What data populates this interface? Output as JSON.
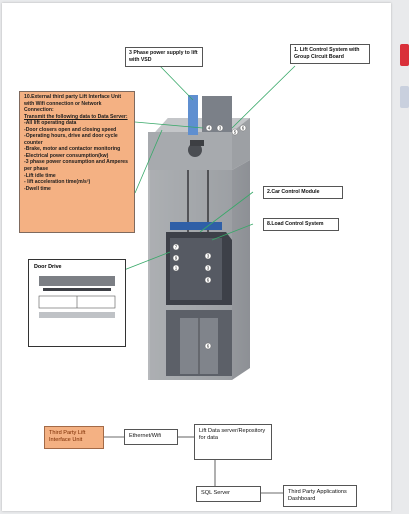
{
  "labels": {
    "supply": "3 Phase power supply to lift with VSD",
    "lift_control": "1. Lift Control System with Group Circuit Board",
    "car_control": "2.Car Control Module",
    "load_control": "8.Load Control System"
  },
  "interface_box": {
    "title": "10.External third party Lift Interface Unit with Wifi connection or Network Connection:",
    "transmit": "Transmit the following data to Data Server:",
    "items": [
      "-All lift operating data",
      "-Door closers open and closing speed",
      "-Operating hours, drive and door cycle counter",
      "-Brake, motor and contactor monitoring",
      "-Electrical power consumption(kw)",
      "-3 phase power consumption and Amperes per phase",
      "-Lift idle time",
      "- lift acceleration time(m/s²)",
      "-Dwell time"
    ]
  },
  "door_drive": {
    "title": "Door Drive"
  },
  "markers": [
    "4",
    "3",
    "5",
    "6",
    "7",
    "9",
    "1",
    "3",
    "3",
    "6",
    "6"
  ],
  "flow": {
    "interface_unit": "Third Party Lift Interface Unit",
    "ethernet": "Ethernet/Wifi",
    "data_server": "Lift Data server/Repository for data",
    "sql": "SQL Server",
    "dashboard": "Third Party Applications Dashboard"
  },
  "colors": {
    "accent": "#f4b183",
    "side_tab_1": "#d9303a",
    "side_tab_2": "#c9d0de"
  }
}
